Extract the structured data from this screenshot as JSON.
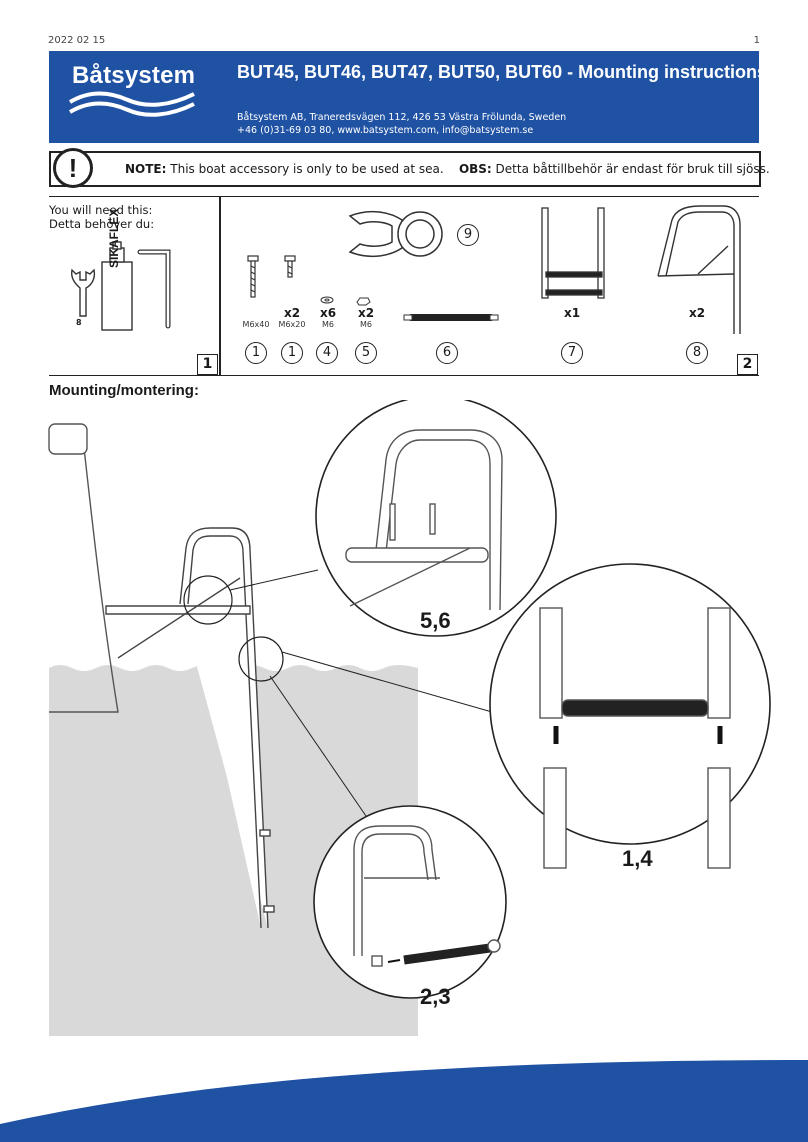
{
  "header": {
    "date": "2022 02 15",
    "page": "1"
  },
  "banner": {
    "brand": "Båtsystem",
    "title": "BUT45, BUT46, BUT47, BUT50, BUT60  - Mounting instructions",
    "address_line1": "Båtsystem AB, Traneredsvägen 112, 426 53 Västra Frölunda, Sweden",
    "address_line2": "+46 (0)31-69 03 80, www.batsystem.com, info@batsystem.se"
  },
  "note": {
    "icon": "!",
    "en_label": "NOTE:",
    "en_text": " This boat accessory is only to be used at sea.",
    "sv_label": "OBS:",
    "sv_text": " Detta båttillbehör är endast för bruk till sjöss."
  },
  "tools": {
    "label_en": "You will need this:",
    "label_sv": "Detta behöver du:",
    "wrench_size": "8",
    "tube_text": "SIKAFLEX",
    "box_number": "1"
  },
  "parts": {
    "box_number": "2",
    "items": [
      {
        "qty": "",
        "spec": "M6x40",
        "num": "1"
      },
      {
        "qty": "x2",
        "spec": "M6x20",
        "num": "1"
      },
      {
        "qty": "x6",
        "spec": "M6",
        "num": "4"
      },
      {
        "qty": "x2",
        "spec": "M6",
        "num": "5"
      },
      {
        "qty": "",
        "spec": "",
        "num": "6"
      },
      {
        "qty": "x1",
        "spec": "",
        "num": "7"
      },
      {
        "qty": "x2",
        "spec": "",
        "num": "8"
      }
    ],
    "clamp_num": "9"
  },
  "mounting": {
    "heading": "Mounting/montering:",
    "steps": [
      "5,6",
      "1,4",
      "2,3"
    ]
  },
  "colors": {
    "brand_blue": "#2052a4",
    "water_gray": "#d9d9d9"
  }
}
